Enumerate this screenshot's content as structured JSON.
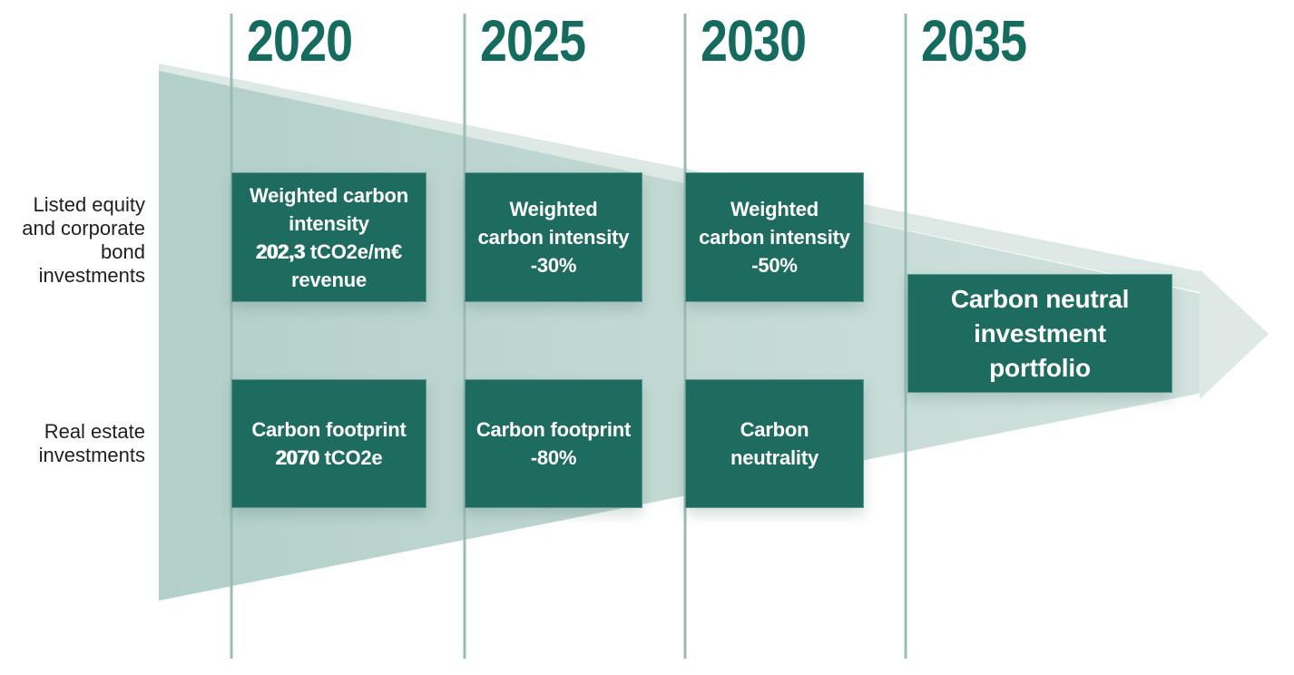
{
  "colors": {
    "background": "#FFFFFF",
    "box_bg": "#1E6C5F",
    "box_text": "#FFFFFF",
    "year_text": "#156B5D",
    "timeline_line": "#9BBCB6",
    "arrow_body_left": "#B3CFC9",
    "arrow_body_right": "#D2E2DE",
    "arrow_light": "#DEE9E6",
    "row_label_text": "#1F1F1F"
  },
  "timeline": {
    "years": [
      {
        "label": "2020"
      },
      {
        "label": "2025"
      },
      {
        "label": "2030"
      },
      {
        "label": "2035"
      }
    ]
  },
  "row_labels": [
    {
      "lines": [
        [
          {
            "t": "Listed equity"
          }
        ],
        [
          {
            "t": "and corporate"
          }
        ],
        [
          {
            "t": "bond"
          }
        ],
        [
          {
            "t": "investments"
          }
        ]
      ]
    },
    {
      "lines": [
        [
          {
            "t": "Real estate"
          }
        ],
        [
          {
            "t": "investments"
          }
        ]
      ]
    }
  ],
  "milestones": {
    "r1c1": {
      "lines": [
        [
          {
            "t": "Weighted carbon"
          }
        ],
        [
          {
            "t": "intensity"
          }
        ],
        [
          {
            "t": "202,3",
            "b": true
          },
          {
            "t": " tCO2e/m€"
          }
        ],
        [
          {
            "t": "revenue"
          }
        ]
      ]
    },
    "r1c2": {
      "lines": [
        [
          {
            "t": "Weighted"
          }
        ],
        [
          {
            "t": "carbon intensity"
          }
        ],
        [
          {
            "t": "-30%"
          }
        ]
      ]
    },
    "r1c3": {
      "lines": [
        [
          {
            "t": "Weighted"
          }
        ],
        [
          {
            "t": "carbon intensity"
          }
        ],
        [
          {
            "t": "-50%"
          }
        ]
      ]
    },
    "r2c1": {
      "lines": [
        [
          {
            "t": "Carbon footprint"
          }
        ],
        [
          {
            "t": "2070",
            "b": true
          },
          {
            "t": " tCO2e"
          }
        ]
      ]
    },
    "r2c2": {
      "lines": [
        [
          {
            "t": "Carbon footprint"
          }
        ],
        [
          {
            "t": "-80%"
          }
        ]
      ]
    },
    "r2c3": {
      "lines": [
        [
          {
            "t": "Carbon"
          }
        ],
        [
          {
            "t": "neutrality"
          }
        ]
      ]
    },
    "goal": {
      "lines": [
        [
          {
            "t": "Carbon neutral"
          }
        ],
        [
          {
            "t": "investment"
          }
        ],
        [
          {
            "t": "portfolio"
          }
        ]
      ]
    }
  }
}
